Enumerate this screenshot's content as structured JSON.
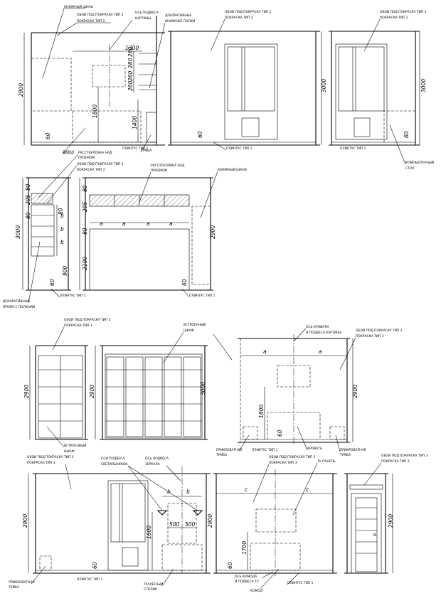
{
  "labels": {
    "knizhny_shkaf": "КНИЖНЫЙ ШКАФ",
    "oboi_t2": "ОБОИ ПОД ПОКРАСКУ ТИП 2",
    "pokraska_t2": "ПОКРАСКА ТИП 2",
    "oboi_t3": "ОБОИ ПОД ПОКРАСКУ ТИП 3",
    "pokraska_t3": "ПОКРАСКА ТИП 3",
    "os_podvesa_kartiny_1": "ОСЬ ПОДВЕСА",
    "os_podvesa_kartiny_2": "КАРТИНЫ",
    "dekor_polki_1": "ДЕКОРАТИВНЫЕ",
    "dekor_polki_2": "КНИЖНЫЕ ПОЛКИ",
    "os_podvesa_kartiny": "ОСЬ ПОДВЕСА КАРТИНЫ",
    "divan": "ДИВАН",
    "tumba": "ТУМБА",
    "plintus_t1": "ПЛИНТУС ТИП 1",
    "rasstekl_1": "РАССТЕКЛОВКА НАД",
    "rasstekl_2": "ПРОЕМОМ",
    "komp_stol_1": "КОМПЬЮТЕРНЫЙ",
    "komp_stol_2": "СТОЛ",
    "dekor_proem_1": "ДЕКОРАТИВНЫЙ",
    "dekor_proem_2": "ПРОЕМ С ПОЛКАМИ",
    "vstr_shkaf_1": "ВСТРОЕННЫЙ",
    "vstr_shkaf_2": "ШКАФ",
    "os_krovati_1": "ОСЬ КРОВАТИ",
    "os_krovati_2": "И ПОДВЕСА КАРТИНЫ",
    "prikrov_tumba_1": "ПРИКРОВАТНАЯ",
    "prikrov_tumba_2": "ТУМБА",
    "krovat": "КРОВАТЬ",
    "osi_podvesa_svet_1": "ОСИ ПОДВЕСА",
    "osi_podvesa_svet_2": "СВЕТИЛЬНИКОВ",
    "os_podvesa_zerk_1": "ОСЬ ПОДВЕСА",
    "os_podvesa_zerk_2": "ЗЕРКАЛА",
    "tv_panel": "TV ПАНЕЛЬ",
    "tualetny_1": "ТУАЛЕТНЫЙ",
    "tualetny_2": "СТОЛИК",
    "os_komoda_1": "ОСЬ КОМОДА",
    "os_komoda_2": "И ПОДВЕСА TV",
    "komod": "КОМОД"
  },
  "dims": {
    "d2900": "2900",
    "d3000": "3000",
    "d60": "60",
    "d1300": "1300",
    "d280": "280",
    "d260": "260",
    "d1800": "1800",
    "d1400": "1400",
    "d295": "295",
    "d80": "80",
    "d900": "900",
    "d2100": "2100",
    "d1600": "1600",
    "d500": "500",
    "d1700": "1700",
    "a": "a",
    "b": "b",
    "c": "c"
  }
}
